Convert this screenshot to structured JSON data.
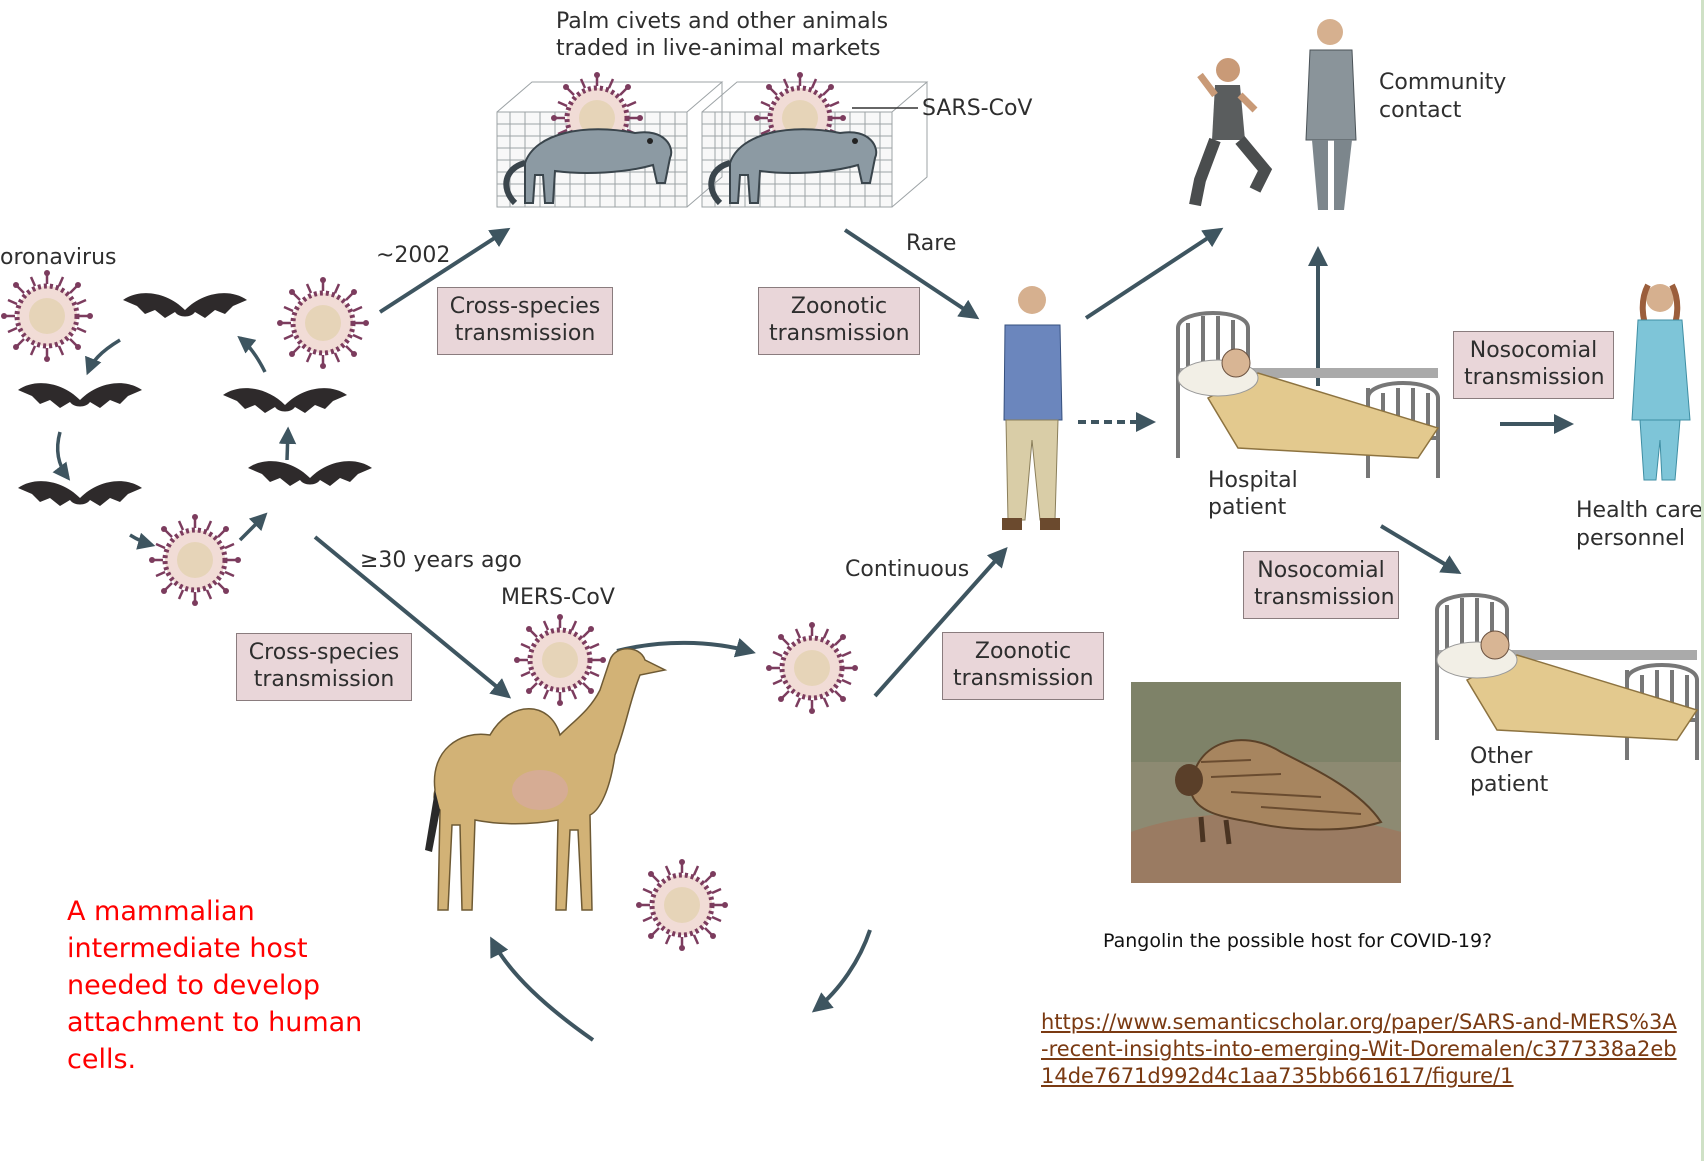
{
  "labels": {
    "palm_title_1": "Palm civets and other animals",
    "palm_title_2": "traded in live-animal markets",
    "sars": "SARS-CoV",
    "community_1": "Community",
    "community_2": "contact",
    "coronavirus": "oronavirus",
    "year_2002": "~2002",
    "rare": "Rare",
    "years_30": "≥30 years ago",
    "mers": "MERS-CoV",
    "continuous": "Continuous",
    "hospital_1": "Hospital",
    "hospital_2": "patient",
    "health_1": "Health care",
    "health_2": "personnel",
    "other_1": "Other",
    "other_2": "patient"
  },
  "boxes": {
    "cross_top": [
      "Cross-species",
      "transmission"
    ],
    "zoo_top": [
      "Zoonotic",
      "transmission"
    ],
    "noso_right": [
      "Nosocomial",
      "transmission"
    ],
    "noso_bottom": [
      "Nosocomial",
      "transmission"
    ],
    "cross_bottom": [
      "Cross-species",
      "transmission"
    ],
    "zoo_bottom": [
      "Zoonotic",
      "transmission"
    ]
  },
  "note": "A mammalian intermediate host needed to develop attachment to human cells.",
  "caption": "Pangolin the possible host for COVID-19?",
  "link": "https://www.semanticscholar.org/paper/SARS-and-MERS%3A-recent-insights-into-emerging-Wit-Doremalen/c377338a2eb14de7671d992d4c1aa735bb661617/figure/1",
  "colors": {
    "box_fill": "#e9d6d9",
    "arrow": "#3e5560",
    "note": "#ff0000",
    "link": "#7a3a12"
  }
}
